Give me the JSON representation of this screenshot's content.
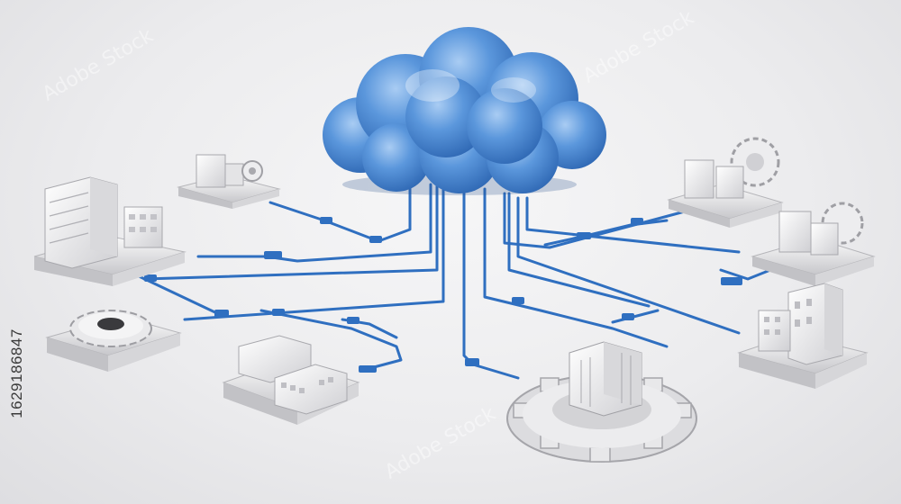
{
  "image": {
    "subject": "cloud-network-illustration",
    "stock_id": "1629186847",
    "watermark_text": "Adobe Stock",
    "colors": {
      "background": "#ececee",
      "cloud": "#4f8fd6",
      "cable": "#2f6fc0",
      "model": "#f2f2f2",
      "model_shadow": "#b9b9bd"
    }
  }
}
